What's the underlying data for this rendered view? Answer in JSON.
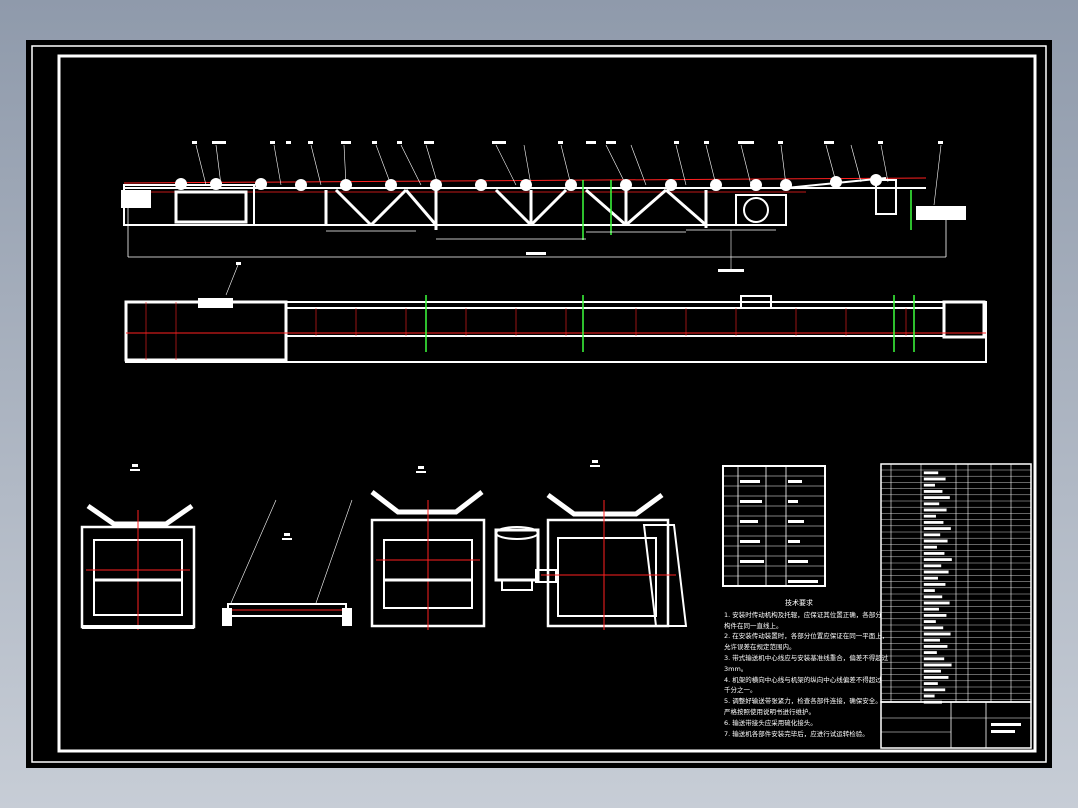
{
  "notes": {
    "title": "技术要求",
    "lines": [
      "1. 安装时传动机构及托辊，应保证其位置正确，各部分",
      "构件在同一直线上。",
      "2. 在安装传动装置时，各部分位置应保证在同一平面上，",
      "允许误差在规定范围内。",
      "3. 带式输送机中心线应与安装基准线重合，偏差不得超过",
      "3mm。",
      "4. 机架的横向中心线与机架的纵向中心线偏差不得超过",
      "千分之一。",
      "5. 调整好输送带张紧力，检查各部件连接，确保安全。",
      "严格按照使用说明书进行维护。",
      "6. 输送带接头应采用硫化接头。",
      "7. 输送机各部件安装完毕后，应进行试运转检验。"
    ]
  },
  "colors": {
    "background": "#000000",
    "line": "#ffffff",
    "centerline": "#ff2020",
    "section": "#3cff3c"
  }
}
